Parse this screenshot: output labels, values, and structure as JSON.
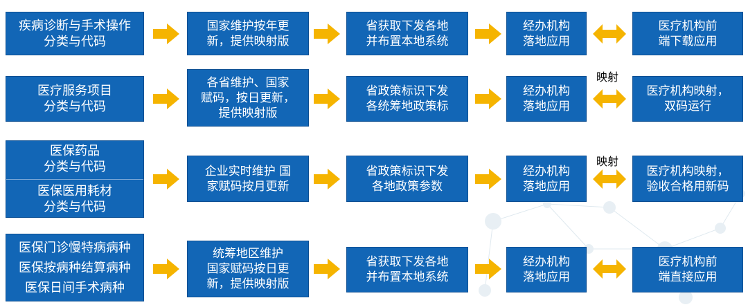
{
  "colors": {
    "box": "#1266b6",
    "arrow": "#f5b400",
    "text": "#ffffff"
  },
  "rows": [
    {
      "source": [
        [
          "疾病诊断与手术操作",
          "分类与代码"
        ]
      ],
      "maintain": [
        "国家维护按年更",
        "新，提供映射版"
      ],
      "province": [
        "省获取下发各地",
        "并布置本地系统"
      ],
      "agency": [
        "经办机构",
        "落地应用"
      ],
      "map_label": "",
      "end": [
        "医疗机构前",
        "端下载应用"
      ]
    },
    {
      "source": [
        [
          "医疗服务项目",
          "分类与代码"
        ]
      ],
      "maintain": [
        "各省维护、国家",
        "赋码，按日更新，",
        "提供映射版"
      ],
      "province": [
        "省政策标识下发",
        "各统筹地政策标"
      ],
      "agency": [
        "经办机构",
        "落地应用"
      ],
      "map_label": "映射",
      "end": [
        "医疗机构映射，",
        "双码运行"
      ]
    },
    {
      "source": [
        [
          "医保药品",
          "分类与代码"
        ],
        [
          "医保医用耗材",
          "分类与代码"
        ]
      ],
      "maintain": [
        "企业实时维护 国",
        "家赋码按月更新"
      ],
      "province": [
        "省政策标识下发",
        "各地政策参数"
      ],
      "agency": [
        "经办机构",
        "落地应用"
      ],
      "map_label": "映射",
      "end": [
        "医疗机构映射，",
        "验收合格用新码"
      ]
    },
    {
      "source": [
        [
          "医保门诊慢特病病种",
          "医保按病种结算病种",
          "医保日间手术病种"
        ]
      ],
      "maintain": [
        "统筹地区维护",
        "国家赋码按日更",
        "新，提供映射版"
      ],
      "province": [
        "省获取下发各地",
        "并布置本地系统"
      ],
      "agency": [
        "经办机构",
        "落地应用"
      ],
      "map_label": "",
      "end": [
        "医疗机构前",
        "端直接应用"
      ]
    }
  ]
}
